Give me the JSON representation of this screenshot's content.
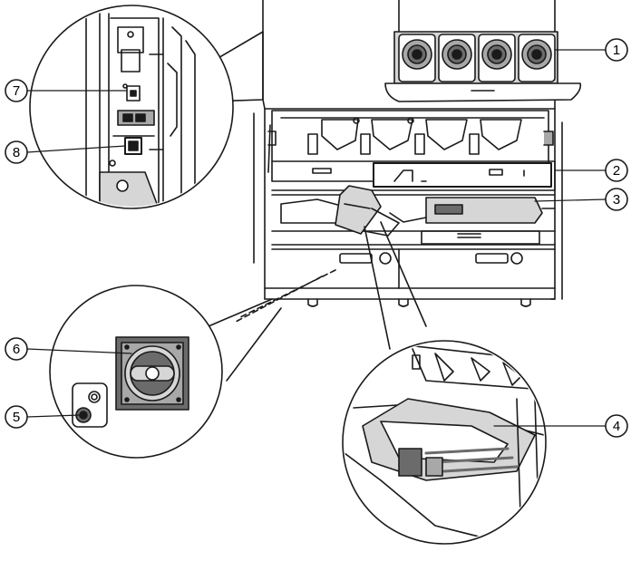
{
  "diagram": {
    "background": "#ffffff",
    "line_color": "#1a1a1a",
    "shade_dark": "#6b6b6b",
    "shade_mid": "#a8a8a8",
    "shade_light": "#d6d6d6",
    "callouts": [
      {
        "id": "c1",
        "label": "1"
      },
      {
        "id": "c2",
        "label": "2"
      },
      {
        "id": "c3",
        "label": "3"
      },
      {
        "id": "c4",
        "label": "4"
      },
      {
        "id": "c5",
        "label": "5"
      },
      {
        "id": "c6",
        "label": "6"
      },
      {
        "id": "c7",
        "label": "7"
      },
      {
        "id": "c8",
        "label": "8"
      }
    ]
  }
}
